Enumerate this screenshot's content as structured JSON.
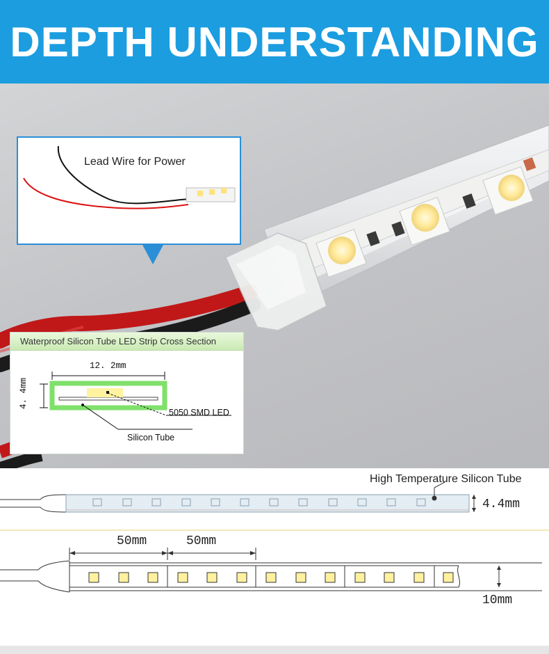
{
  "header": {
    "title": "DEPTH UNDERSTANDING"
  },
  "callout": {
    "label": "Lead Wire for Power"
  },
  "cross_section": {
    "title": "Waterproof Silicon Tube LED Strip Cross Section",
    "width_label": "12. 2mm",
    "height_label": "4. 4mm",
    "led_label": "5050 SMD LED",
    "tube_label": "Silicon Tube"
  },
  "side_view": {
    "label": "High Temperature Silicon Tube",
    "height_label": "4.4mm"
  },
  "top_view": {
    "spacing_1": "50mm",
    "spacing_2": "50mm",
    "width_label": "10mm"
  },
  "colors": {
    "banner": "#1b9de0",
    "callout_border": "#2a8fd6",
    "cross_section_header": "#c9eab3",
    "led_yellow": "#fff3a0"
  }
}
